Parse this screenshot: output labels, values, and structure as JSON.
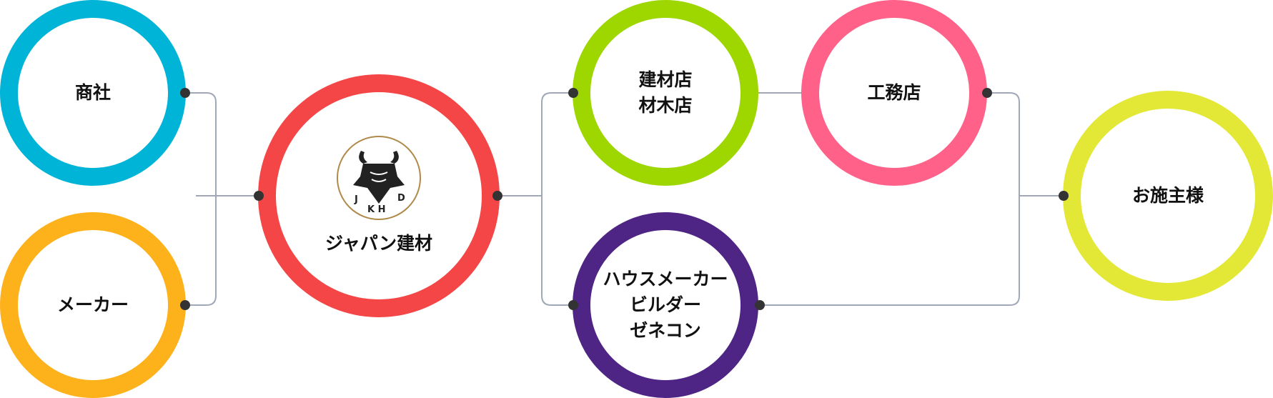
{
  "nodes": {
    "trading_company": {
      "label": "商社",
      "color": "#00b4d8"
    },
    "manufacturer": {
      "label": "メーカー",
      "color": "#fdb11b"
    },
    "japan_kenzai": {
      "label": "ジャパン建材",
      "logo_text": "JKHD",
      "color": "#f44646"
    },
    "building_materials": {
      "lines": [
        "建材店",
        "材木店"
      ],
      "color": "#9ed600"
    },
    "contractor": {
      "label": "工務店",
      "color": "#ff6189"
    },
    "house_makers": {
      "lines": [
        "ハウスメーカー",
        "ビルダー",
        "ゼネコン"
      ],
      "color": "#4e2585"
    },
    "client": {
      "label": "お施主様",
      "color": "#e3e836"
    }
  },
  "line_color": "#a0a8b8",
  "dot_color": "#333333"
}
